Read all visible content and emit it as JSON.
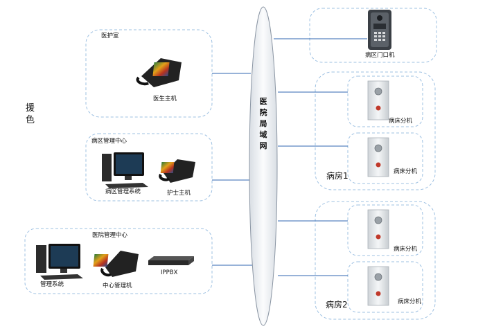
{
  "side_label": [
    "援",
    "色"
  ],
  "network": {
    "label": [
      "医",
      "院",
      "局",
      "域",
      "网"
    ]
  },
  "groups": {
    "doctor_room": {
      "title": "医护室",
      "devices": {
        "doctor_host": "医生主机"
      }
    },
    "ward_center": {
      "title": "病区管理中心",
      "devices": {
        "ward_system": "病区管理系统",
        "nurse_host": "护士主机"
      }
    },
    "hospital_center": {
      "title": "医院管理中心",
      "devices": {
        "mgmt_system": "管理系统",
        "center_host": "中心管理机",
        "ippbx": "IPPBX"
      }
    },
    "ward_door": {
      "devices": {
        "door_unit": "病区门口机"
      }
    },
    "room1": {
      "title": "病房1",
      "devices": {
        "bed_a": "病床分机",
        "bed_b": "病床分机"
      }
    },
    "room2": {
      "title": "病房2",
      "devices": {
        "bed_a": "病床分机",
        "bed_b": "病床分机"
      }
    }
  },
  "colors": {
    "dashed_border": "#9dc0e2",
    "link_line": "#2f66b0",
    "ellipse_fill": "#eef1f4",
    "ellipse_stroke": "#8a95a3"
  }
}
